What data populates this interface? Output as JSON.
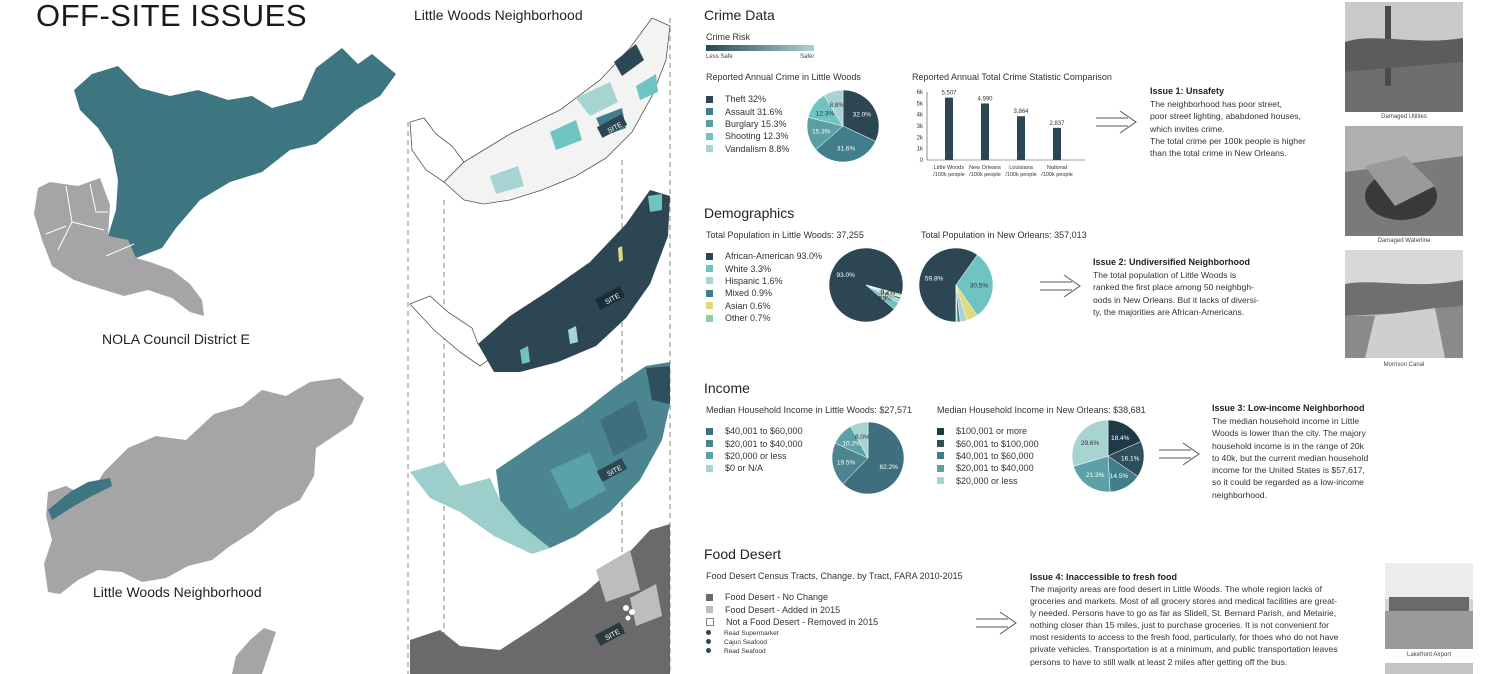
{
  "title": "OFF-SITE ISSUES",
  "maps": {
    "district_label": "NOLA Council District E",
    "neighborhood_label": "Little Woods Neighborhood",
    "axon_title": "Little Woods Neighborhood",
    "site_tag": "SITE"
  },
  "colors": {
    "dark": "#2c4753",
    "teal": "#3f7e8a",
    "accent": "#6fc3c0",
    "light": "#a7d4d2",
    "grey": "#a5a5a7"
  },
  "crime": {
    "heading": "Crime Data",
    "risk_label": "Crime Risk",
    "risk_low": "Less Safe",
    "risk_high": "Safer",
    "pie_title": "Reported Annual Crime in Little Woods",
    "legend": [
      "Theft 32%",
      "Assault 31.6%",
      "Burglary 15.3%",
      "Shooting 12.3%",
      "Vandalism 8.8%"
    ],
    "bar_title": "Reported Annual Total Crime Statistic Comparison",
    "issue_title": "Issue 1: Unsafety",
    "issue_lines": [
      "The neighborhood has poor street,",
      "poor street lighting, ababdoned houses,",
      "which invites crime.",
      "The total crime per 100k people is higher",
      "than the total crime in New Orleans."
    ]
  },
  "demographics": {
    "heading": "Demographics",
    "pop_lw": "Total Population in Little Woods: 37,255",
    "pop_no": "Total Population in New Orleans: 357,013",
    "legend": [
      "African-American 93.0%",
      "White 3.3%",
      "Hispanic 1.6%",
      "Mixed 0.9%",
      "Asian 0.6%",
      "Other 0.7%"
    ],
    "issue_title": "Issue 2: Undiversified Neighborhood",
    "issue_lines": [
      "The total population of Little Woods is",
      "ranked the first place among 50 neighbgh-",
      "oods in New Orleans. But it lacks of diversi-",
      "ty, the majorities are African-Americans."
    ]
  },
  "income": {
    "heading": "Income",
    "title_lw": "Median Household Income in Little Woods: $27,571",
    "title_no": "Median Household Income in New Orleans: $38,681",
    "legend_lw": [
      "$40,001 to $60,000",
      "$20,001 to $40,000",
      "$20,000 or less",
      "$0 or N/A"
    ],
    "legend_no": [
      "$100,001 or more",
      "$60,001 to $100,000",
      "$40,001 to $60,000",
      "$20,001 to $40,000",
      "$20,000 or less"
    ],
    "issue_title": "Issue 3: Low-income Neighborhood",
    "issue_lines": [
      "The median household income in Little",
      "Woods is lower than the city. The majory",
      "household income is in the range of 20k",
      "to 40k, but the current median household",
      "income for the United States is $57,617,",
      "so it could be regarded as a low-income",
      "neighborhood."
    ]
  },
  "food": {
    "heading": "Food Desert",
    "subtitle": "Food Desert Census Tracts, Change. by Tract, FARA 2010-2015",
    "legend": [
      "Food Desert - No Change",
      "Food Desert - Added in 2015",
      "Not a Food Desert - Removed in 2015"
    ],
    "points": [
      "Read Supermarket",
      "Cajun Seafood",
      "Read Seafood"
    ],
    "issue_title": "Issue 4: Inaccessible to fresh food",
    "issue_lines": [
      "The majority areas are food desert in Little Woods. The whole region lacks of",
      "groceries and markets. Most of all grocery stores and medical facilities are great-",
      "ly needed. Persons have to go as far as Slidell, St. Bernard Parish, and Metairie,",
      "nothing closer than 15 miles, just to purchase groceries. It is not convenient for",
      "most residents to access to the fresh food, particularly, for thoes who do not have",
      "private vehicles. Transportation is at a minimum, and public transportation leaves",
      "persons to have to still walk at least 2 miles after getting off the bus."
    ]
  },
  "photos": {
    "p1": "Damaged Utilites",
    "p2": "Damaged Waterline",
    "p3": "Morrison Canal",
    "p4": "Lakefront Airport"
  },
  "chart_data": [
    {
      "type": "pie",
      "title": "Reported Annual Crime in Little Woods",
      "categories": [
        "Theft",
        "Assault",
        "Burglary",
        "Shooting",
        "Vandalism"
      ],
      "values": [
        32.0,
        31.6,
        15.3,
        12.3,
        8.8
      ],
      "colors": [
        "#2c4753",
        "#3f7e8a",
        "#5a9ea6",
        "#6fc3c0",
        "#a7d4d2"
      ]
    },
    {
      "type": "bar",
      "title": "Reported Annual Total Crime Statistic Comparison",
      "categories": [
        "Little Woods /100k people",
        "New Orleans /100k people",
        "Louisiana /100k people",
        "National /100k people"
      ],
      "values": [
        5507,
        4990,
        3864,
        2837
      ],
      "value_labels": [
        "5,507",
        "4,990",
        "3,864",
        "2,837"
      ],
      "ylim": [
        0,
        6000
      ],
      "yticks": [
        "0",
        "1k",
        "2k",
        "3k",
        "4k",
        "5k",
        "6k"
      ]
    },
    {
      "type": "pie",
      "title": "Total Population in Little Woods: 37,255",
      "categories": [
        "African-American",
        "White",
        "Hispanic",
        "Mixed",
        "Asian",
        "Other"
      ],
      "values": [
        93.0,
        3.3,
        1.6,
        0.9,
        0.6,
        0.7
      ],
      "colors": [
        "#2c4753",
        "#6fc3c0",
        "#a7d4d2",
        "#3f7e8a",
        "#e1da7a",
        "#8fcfa6"
      ]
    },
    {
      "type": "pie",
      "title": "Total Population in New Orleans: 357,013",
      "values": [
        59.8,
        30.5,
        4.9,
        3.0,
        1.3,
        0.5
      ],
      "colors": [
        "#2c4753",
        "#6fc3c0",
        "#e1da7a",
        "#a7d4d2",
        "#3f7e8a",
        "#8fcfa6"
      ]
    },
    {
      "type": "pie",
      "title": "Median Household Income in Little Woods: $27,571",
      "categories": [
        "$40,001 to $60,000",
        "$20,001 to $40,000",
        "$20,000 or less",
        "$0 or N/A"
      ],
      "values": [
        62.2,
        19.5,
        10.2,
        8.0
      ],
      "colors": [
        "#3f6f7e",
        "#4a8590",
        "#5aa2a8",
        "#a7d4d2"
      ]
    },
    {
      "type": "pie",
      "title": "Median Household Income in New Orleans: $38,681",
      "categories": [
        "$100,001 or more",
        "$60,001 to $100,000",
        "$40,001 to $60,000",
        "$20,001 to $40,000",
        "$20,000 or less"
      ],
      "values": [
        18.4,
        16.1,
        14.5,
        21.3,
        29.6
      ],
      "colors": [
        "#1e3a47",
        "#2e4f5c",
        "#3f7e8a",
        "#5aa2a8",
        "#a7d4d2"
      ]
    }
  ]
}
